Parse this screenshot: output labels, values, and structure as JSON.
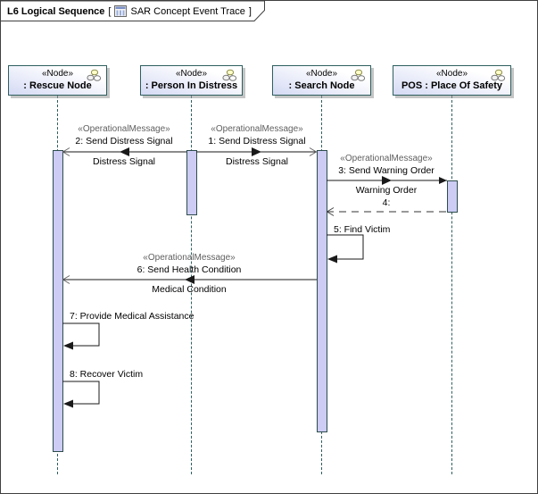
{
  "frame": {
    "title": "L6 Logical Sequence",
    "bracket_open": "[",
    "context_name": "SAR Concept Event Trace",
    "bracket_close": "]"
  },
  "lifelines": [
    {
      "stereotype": "«Node»",
      "name": ": Rescue Node"
    },
    {
      "stereotype": "«Node»",
      "name": ": Person In Distress"
    },
    {
      "stereotype": "«Node»",
      "name": ": Search Node"
    },
    {
      "stereotype": "«Node»",
      "name": "POS : Place Of Safety"
    }
  ],
  "messages": [
    {
      "stereotype": "«OperationalMessage»",
      "label": "1: Send Distress Signal",
      "payload": "Distress Signal",
      "from": ": Person In Distress",
      "to": ": Search Node",
      "kind": "async"
    },
    {
      "stereotype": "«OperationalMessage»",
      "label": "2: Send Distress Signal",
      "payload": "Distress Signal",
      "from": ": Person In Distress",
      "to": ": Rescue Node",
      "kind": "async"
    },
    {
      "stereotype": "«OperationalMessage»",
      "label": "3: Send Warning Order",
      "payload": "Warning Order",
      "from": ": Search Node",
      "to": "POS : Place Of Safety",
      "kind": "async"
    },
    {
      "label": "4:",
      "from": "POS : Place Of Safety",
      "to": ": Search Node",
      "kind": "reply"
    },
    {
      "label": "5: Find Victim",
      "from": ": Search Node",
      "to": ": Search Node",
      "kind": "self"
    },
    {
      "stereotype": "«OperationalMessage»",
      "label": "6: Send Health Condition",
      "payload": "Medical Condition",
      "from": ": Search Node",
      "to": ": Rescue Node",
      "kind": "async"
    },
    {
      "label": "7: Provide Medical Assistance",
      "from": ": Rescue Node",
      "to": ": Rescue Node",
      "kind": "self"
    },
    {
      "label": "8: Recover Victim",
      "from": ": Rescue Node",
      "to": ": Rescue Node",
      "kind": "self"
    }
  ],
  "colors": {
    "frame_border": "#404040",
    "lifeline_border": "#2e5f5f",
    "activation_fill": "#ccccf5",
    "activation_border": "#2d4d4d",
    "head_gradient": "#d5daf4",
    "message_line": "#1a1a1a",
    "stereotype_text": "#5f5f5f",
    "node_icon_yellow": "#ffffc8"
  }
}
